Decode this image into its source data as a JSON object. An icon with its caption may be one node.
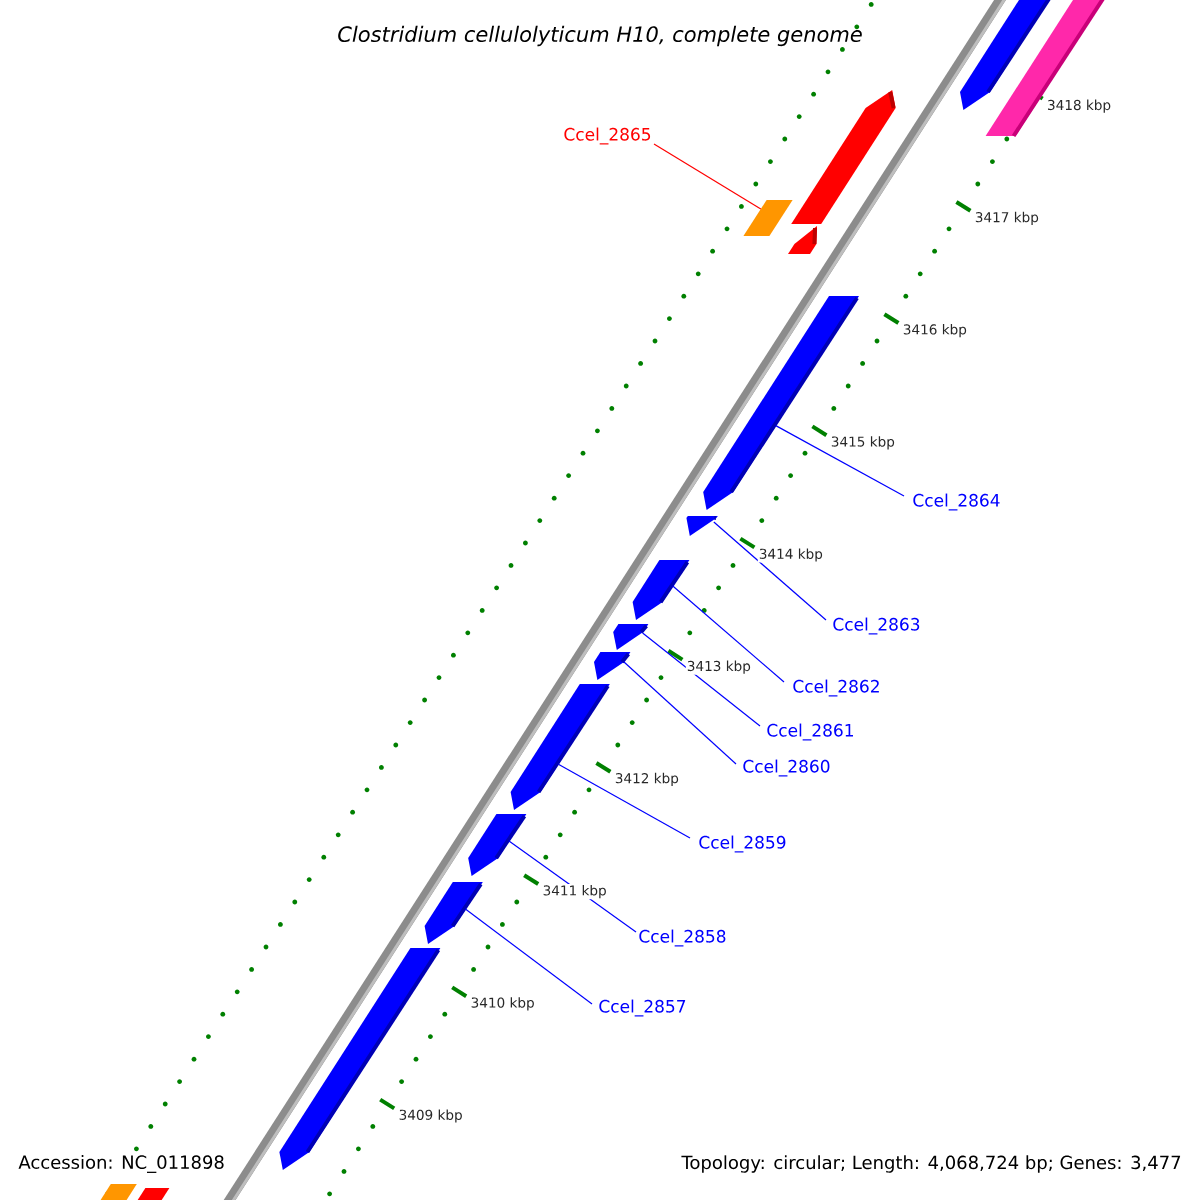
{
  "diagram": {
    "title": "Clostridium cellulolyticum H10, complete genome",
    "nodes": [
      {
        "text": [
          "Ccel_2865"
        ]
      },
      {
        "text": [
          "Ccel_2864"
        ]
      },
      {
        "text": [
          "Ccel_2863"
        ]
      },
      {
        "text": [
          "Ccel_2862"
        ]
      },
      {
        "text": [
          "Ccel_2861"
        ]
      },
      {
        "text": [
          "Ccel_2860"
        ]
      },
      {
        "text": [
          "Ccel_2859"
        ]
      },
      {
        "text": [
          "Ccel_2858"
        ]
      },
      {
        "text": [
          "Ccel_2857"
        ]
      },
      {
        "text": [],
        "shape": "bar"
      },
      {
        "text": [],
        "shape": "bar"
      },
      {
        "text": [],
        "shape": "bar"
      },
      {
        "text": [],
        "shape": "bar"
      },
      {
        "text": [],
        "shape": "bar"
      },
      {
        "text": [],
        "shape": "bar"
      },
      {
        "text": [],
        "shape": "bar"
      },
      {
        "text": [],
        "shape": "bar"
      },
      {
        "text": [],
        "shape": "bar"
      },
      {
        "text": [],
        "shape": "bar"
      },
      {
        "text": [],
        "shape": "bar"
      },
      {
        "text": [],
        "shape": "bar"
      },
      {
        "text": [],
        "shape": "bar"
      },
      {
        "text": [],
        "shape": "bar"
      },
      {
        "text": [],
        "shape": "bar"
      },
      {
        "text": [],
        "shape": "bar"
      }
    ],
    "edges": [
      {
        "from": 0,
        "to": 12,
        "arrow": "none",
        "color": "#ff0000"
      },
      {
        "from": 1,
        "to": 14,
        "arrow": "none"
      },
      {
        "from": 2,
        "to": 15,
        "arrow": "none"
      },
      {
        "from": 3,
        "to": 16,
        "arrow": "none"
      },
      {
        "from": 4,
        "to": 17,
        "arrow": "none"
      },
      {
        "from": 5,
        "to": 18,
        "arrow": "none"
      },
      {
        "from": 6,
        "to": 19,
        "arrow": "none"
      },
      {
        "from": 7,
        "to": 20,
        "arrow": "none"
      },
      {
        "from": 8,
        "to": 21,
        "arrow": "none"
      }
    ],
    "labels": [
      "3418 kbp",
      "3417 kbp",
      "3416 kbp",
      "3415 kbp",
      "3414 kbp",
      "3413 kbp",
      "3412 kbp",
      "3411 kbp",
      "3410 kbp",
      "3409 kbp",
      "Accession: NC_011898",
      "Topology: circular; Length: 4,068,724 bp; Genes: 3,477"
    ]
  }
}
